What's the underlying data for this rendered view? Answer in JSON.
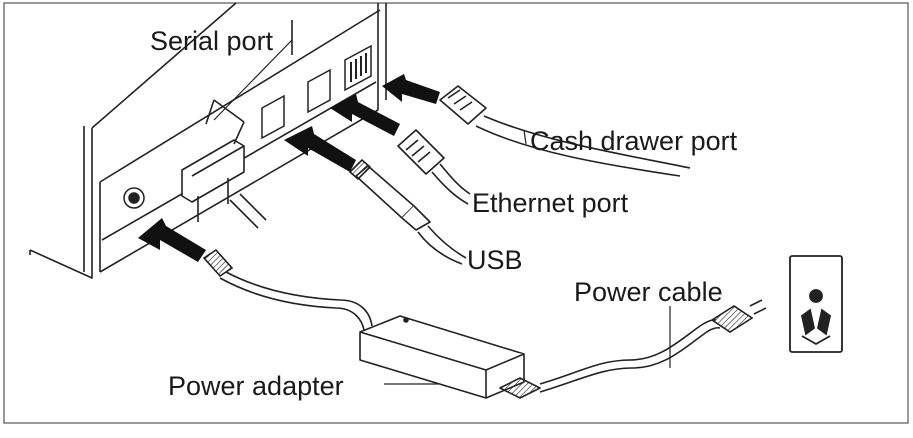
{
  "labels": {
    "serial_port": "Serial  port",
    "cash_drawer_port": "Cash drawer port",
    "ethernet_port": "Ethernet port",
    "usb": "USB",
    "power_cable": "Power cable",
    "power_adapter": "Power adapter"
  }
}
